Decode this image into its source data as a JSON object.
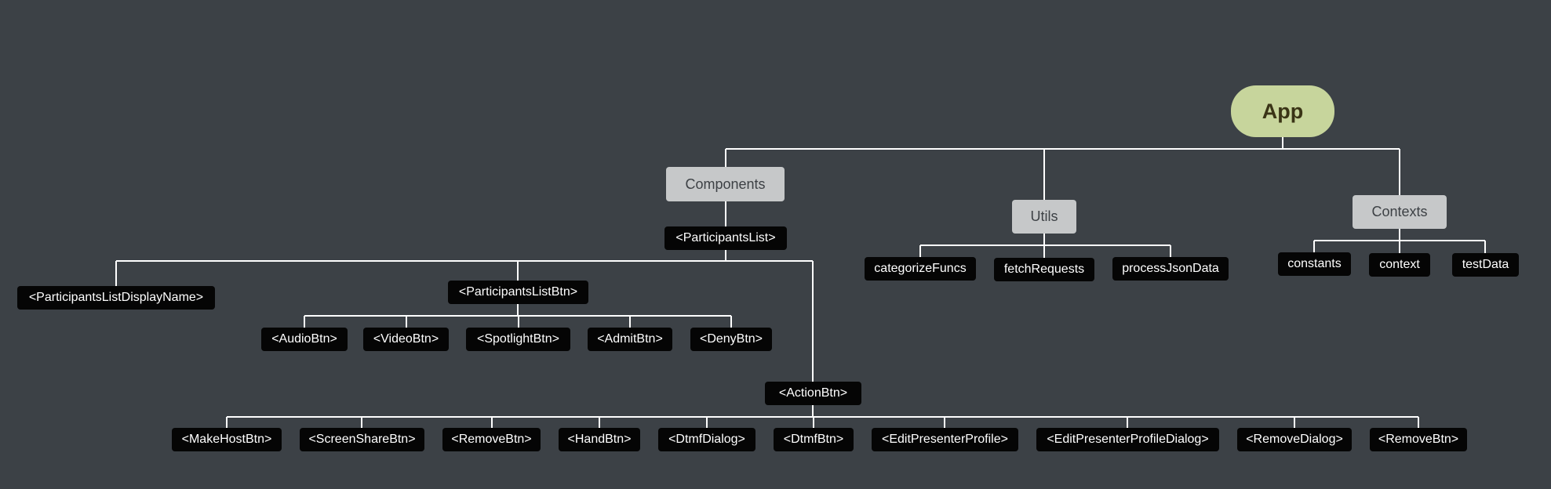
{
  "diagram": {
    "background": "#3c4146",
    "edge_color": "#ffffff",
    "nodes": {
      "app": "App",
      "components": "Components",
      "utils": "Utils",
      "contexts": "Contexts",
      "participants_list": "<ParticipantsList>",
      "participants_list_display_name": "<ParticipantsListDisplayName>",
      "participants_list_btn": "<ParticipantsListBtn>",
      "audio_btn": "<AudioBtn>",
      "video_btn": "<VideoBtn>",
      "spotlight_btn": "<SpotlightBtn>",
      "admit_btn": "<AdmitBtn>",
      "deny_btn": "<DenyBtn>",
      "action_btn": "<ActionBtn>",
      "make_host_btn": "<MakeHostBtn>",
      "screen_share_btn": "<ScreenShareBtn>",
      "remove_btn_1": "<RemoveBtn>",
      "hand_btn": "<HandBtn>",
      "dtmf_dialog": "<DtmfDialog>",
      "dtmf_btn": "<DtmfBtn>",
      "edit_presenter_profile": "<EditPresenterProfile>",
      "edit_presenter_profile_dialog": "<EditPresenterProfileDialog>",
      "remove_dialog": "<RemoveDialog>",
      "remove_btn_2": "<RemoveBtn>",
      "categorize_funcs": "categorizeFuncs",
      "fetch_requests": "fetchRequests",
      "process_json_data": "processJsonData",
      "constants": "constants",
      "context": "context",
      "test_data": "testData"
    }
  }
}
